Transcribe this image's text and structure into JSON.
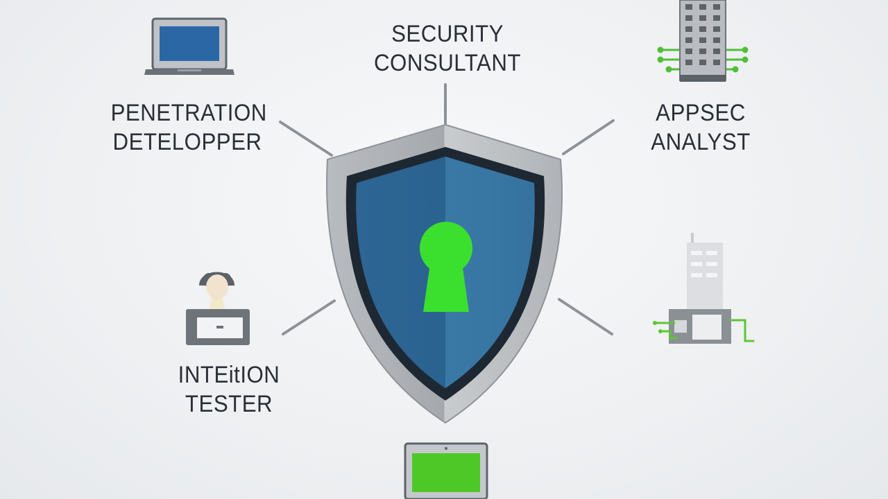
{
  "roles": {
    "security_consultant": "SECURITY\nCONSULTANT",
    "penetration_developer": "PENETRATION\nDETELOPPER",
    "appsec_analyst": "APPSEC\nANALYST",
    "intrusion_tester": "INTEitION TESTER"
  },
  "colors": {
    "shield_outer": "#a3a7ab",
    "shield_inner": "#2f6b98",
    "shield_border": "#1e2833",
    "keyhole": "#3be02e",
    "connector": "#8d9297",
    "accent_green": "#5bc832"
  },
  "icons": {
    "center": "shield-keyhole-icon",
    "top_left": "laptop-icon",
    "top_right": "server-rack-icon",
    "mid_left": "hacker-at-desk-icon",
    "mid_right": "server-faded-icon",
    "bottom": "monitor-icon"
  }
}
